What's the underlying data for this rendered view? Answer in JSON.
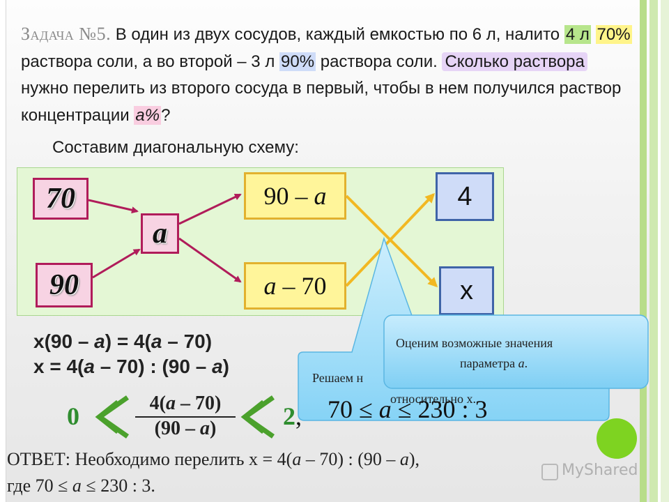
{
  "problem": {
    "title": "Задача №5.",
    "t1": " В один из двух сосудов, каждый емкостью по 6 л, налито ",
    "h1": "4 л",
    "h2": "70%",
    "t2": " раствора соли, а во второй – 3 л ",
    "h3": "90%",
    "t3": " раствора соли. ",
    "h4": "Сколько раствора",
    "t4": " нужно перелить из второго сосуда в первый, чтобы в нем получился раствор концентрации ",
    "h5": "а%",
    "t5": "?"
  },
  "schema_title": "Составим диагональную схему:",
  "schema": {
    "c1": "70",
    "c2": "90",
    "center": "а",
    "diff_top_a": "90 –",
    "diff_top_b": "а",
    "diff_bottom_a": "а",
    "diff_bottom_b": "– 70",
    "r1": "4",
    "r2": "х"
  },
  "equations": {
    "eq1_a": "х(90 – ",
    "eq1_b": "а",
    "eq1_c": ") = 4(",
    "eq1_d": "а",
    "eq1_e": " – 70)",
    "eq2_a": "х = 4(",
    "eq2_b": "а",
    "eq2_c": " – 70) : (90 – ",
    "eq2_d": "а",
    "eq2_e": ")"
  },
  "callouts": {
    "back_line1": "Решаем н",
    "back_line2": "относительно х.",
    "front_line1": "Оценим возможные значения",
    "front_line2a": "параметра ",
    "front_line2b": "а",
    "front_line2c": "."
  },
  "inequality": {
    "left": "0",
    "num_a": "4(",
    "num_b": "а",
    "num_c": " – 70)",
    "den_a": "(90 – ",
    "den_b": "а",
    "den_c": ")",
    "right": "2",
    "comma": ",",
    "range_a": "70 ≤ ",
    "range_b": "а",
    "range_c": " ≤ 230 : 3"
  },
  "answer": {
    "line1_a": "ОТВЕТ: Необходимо перелить х = 4(",
    "line1_b": "а",
    "line1_c": " – 70) : (90 – ",
    "line1_d": "а",
    "line1_e": "),",
    "line2_a": "где 70 ≤ ",
    "line2_b": "а",
    "line2_c": " ≤ 230 : 3."
  },
  "watermark": "MyShared",
  "colors": {
    "accent_green": "#7ed321",
    "pink_border": "#b01c5a",
    "yellow_border": "#e2b12e",
    "blue_border": "#3f64a8",
    "arrow_pink": "#b01c5a",
    "arrow_gold": "#f2b822"
  }
}
